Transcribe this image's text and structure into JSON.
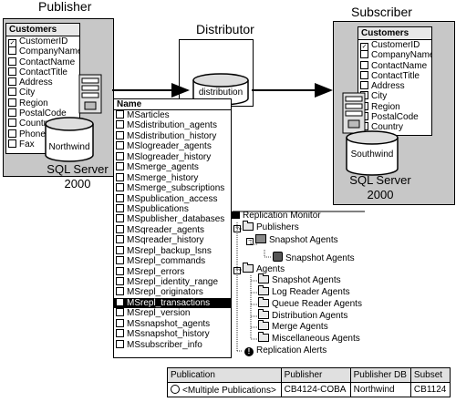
{
  "labels": {
    "publisher": "Publisher",
    "subscriber": "Subscriber",
    "distributor": "Distributor"
  },
  "publisher": {
    "table_title": "Customers",
    "fields": [
      "CustomerID",
      "CompanyName",
      "ContactName",
      "ContactTitle",
      "Address",
      "City",
      "Region",
      "PostalCode",
      "Country",
      "Phone",
      "Fax"
    ],
    "db_name": "Northwind",
    "sql_line1": "SQL Server",
    "sql_line2": "2000"
  },
  "subscriber": {
    "table_title": "Customers",
    "fields": [
      "CustomerID",
      "CompanyName",
      "ContactName",
      "ContactTitle",
      "Address",
      "City",
      "Region",
      "PostalCode",
      "Country"
    ],
    "db_name": "Southwind",
    "sql_line1": "SQL Server",
    "sql_line2": "2000"
  },
  "distributor": {
    "db_name": "distribution"
  },
  "name_list": {
    "header": "Name",
    "items": [
      "MSarticles",
      "MSdistribution_agents",
      "MSdistribution_history",
      "MSlogreader_agents",
      "MSlogreader_history",
      "MSmerge_agents",
      "MSmerge_history",
      "MSmerge_subscriptions",
      "MSpublication_access",
      "MSpublications",
      "MSpublisher_databases",
      "MSqreader_agents",
      "MSqreader_history",
      "MSrepl_backup_lsns",
      "MSrepl_commands",
      "MSrepl_errors",
      "MSrepl_identity_range",
      "MSrepl_originators",
      "MSrepl_transactions",
      "MSrepl_version",
      "MSsnapshot_agents",
      "MSsnapshot_history",
      "MSsubscriber_info"
    ],
    "selected": "MSrepl_transactions"
  },
  "monitor": {
    "root": "Replication Monitor",
    "publishers": "Publishers",
    "snapshot_agents_group": "Snapshot Agents",
    "snapshot_agents_item": "Snapshot Agents",
    "agents": "Agents",
    "agent_items": [
      "Snapshot Agents",
      "Log Reader Agents",
      "Queue Reader Agents",
      "Distribution Agents",
      "Merge Agents",
      "Miscellaneous Agents"
    ],
    "alerts": "Replication Alerts"
  },
  "grid": {
    "headers": [
      "Publication",
      "Publisher",
      "Publisher DB",
      "Subset"
    ],
    "row": [
      "<Multiple Publications>",
      "CB4124-COBA",
      "Northwind",
      "CB1124"
    ]
  }
}
